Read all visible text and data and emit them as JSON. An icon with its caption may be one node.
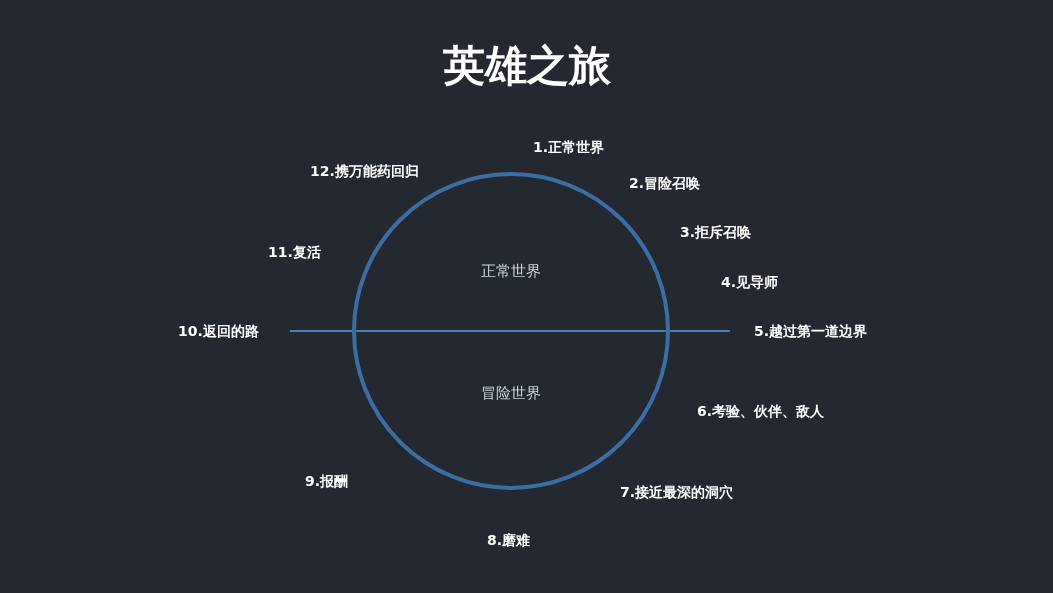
{
  "diagram": {
    "title": "英雄之旅",
    "nodes": [
      {
        "text": [
          "正常世界",
          "冒险世界"
        ]
      }
    ],
    "edges": [],
    "labels": [
      "1.正常世界",
      "2.冒险召唤",
      "3.拒斥召唤",
      "4.见导师",
      "5.越过第一道边界",
      "6.考验、伙伴、敌人",
      "7.接近最深的洞穴",
      "8.磨难",
      "9.报酬",
      "10.返回的路",
      "11.复活",
      "12.携万能药回归"
    ]
  }
}
